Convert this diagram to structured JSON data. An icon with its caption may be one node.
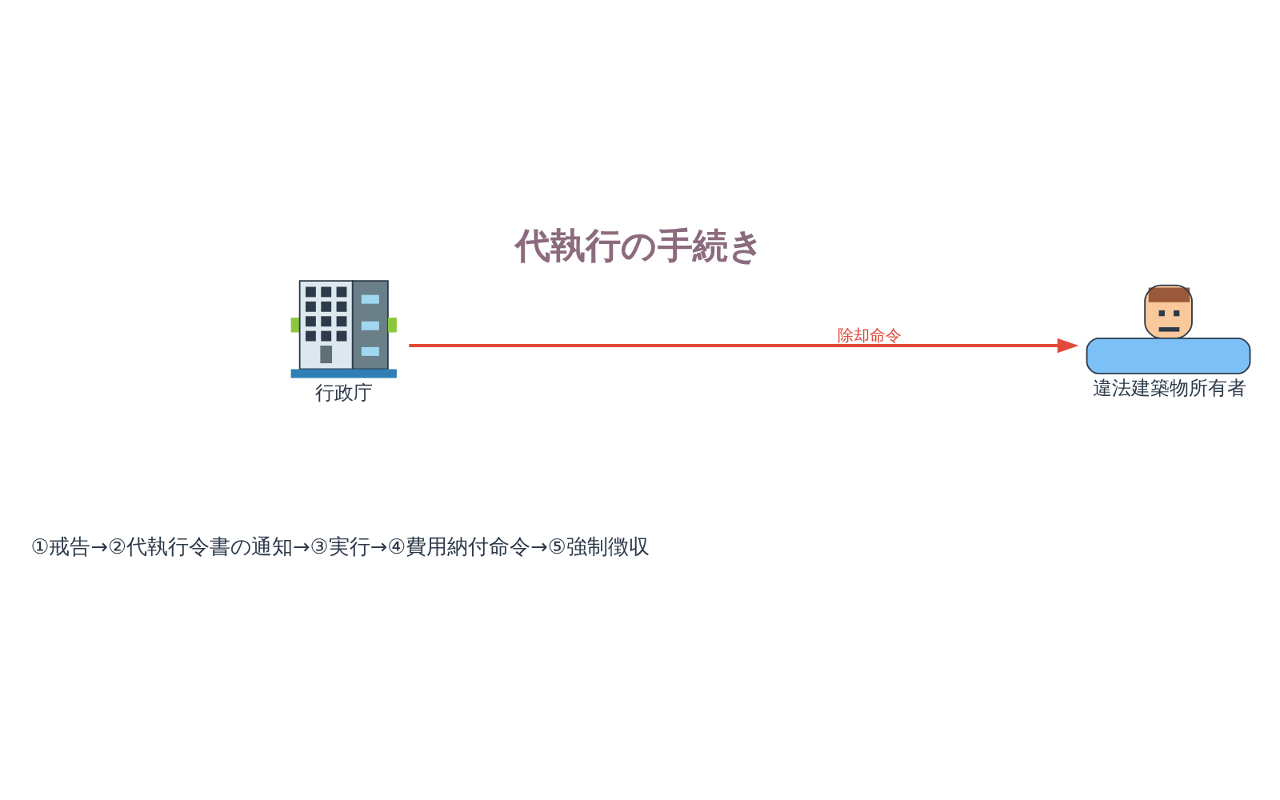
{
  "diagram": {
    "title": "代執行の手続き",
    "nodes": [
      {
        "text": [
          "行政庁"
        ]
      },
      {
        "text": [
          "違法建築物所有者"
        ]
      }
    ],
    "edges": [
      {
        "from": 0,
        "to": 1,
        "arrow": "to",
        "label": "除却命令",
        "color": "#e24a3b"
      }
    ],
    "labels": [
      "①戒告→②代執行令書の通知→③実行→④費用納付命令→⑤強制徴収"
    ]
  }
}
